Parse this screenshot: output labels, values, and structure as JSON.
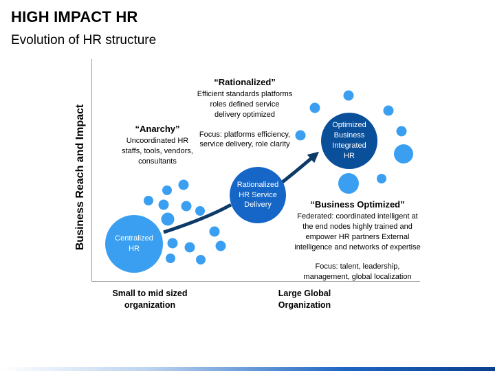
{
  "header": {
    "title": "HIGH IMPACT HR",
    "subtitle": "Evolution of HR structure"
  },
  "axes": {
    "y_label": "Business Reach and Impact",
    "x_left": [
      "Small to mid sized",
      "organization"
    ],
    "x_right": [
      "Large Global",
      "Organization"
    ]
  },
  "stages": {
    "centralized": "Centralized HR",
    "rationalized": "Rationalized HR Service Delivery",
    "optimized": "Optimized Business Integrated HR"
  },
  "anarchy": {
    "heading": "“Anarchy”",
    "lines": [
      "Uncoordinated HR",
      "staffs, tools, vendors,",
      "consultants"
    ]
  },
  "rationalized_text": {
    "heading": "“Rationalized”",
    "lines": [
      "Efficient standards platforms",
      "roles defined service",
      "delivery optimized"
    ],
    "focus": [
      "Focus: platforms efficiency,",
      "service delivery, role clarity"
    ]
  },
  "business_optimized": {
    "heading": "“Business Optimized”",
    "lines": [
      "Federated: coordinated intelligent at",
      "the end nodes highly trained and",
      "empower HR partners  External",
      "intelligence and networks of expertise"
    ],
    "focus": [
      "Focus: talent, leadership,",
      "management, global localization"
    ]
  },
  "colors": {
    "small_dot": "#3a9ff0",
    "stage_circle": "#3a9ff0",
    "mid_circle": "#1566c6",
    "top_circle": "#0a4f9a",
    "arrow": "#0d3a66"
  }
}
